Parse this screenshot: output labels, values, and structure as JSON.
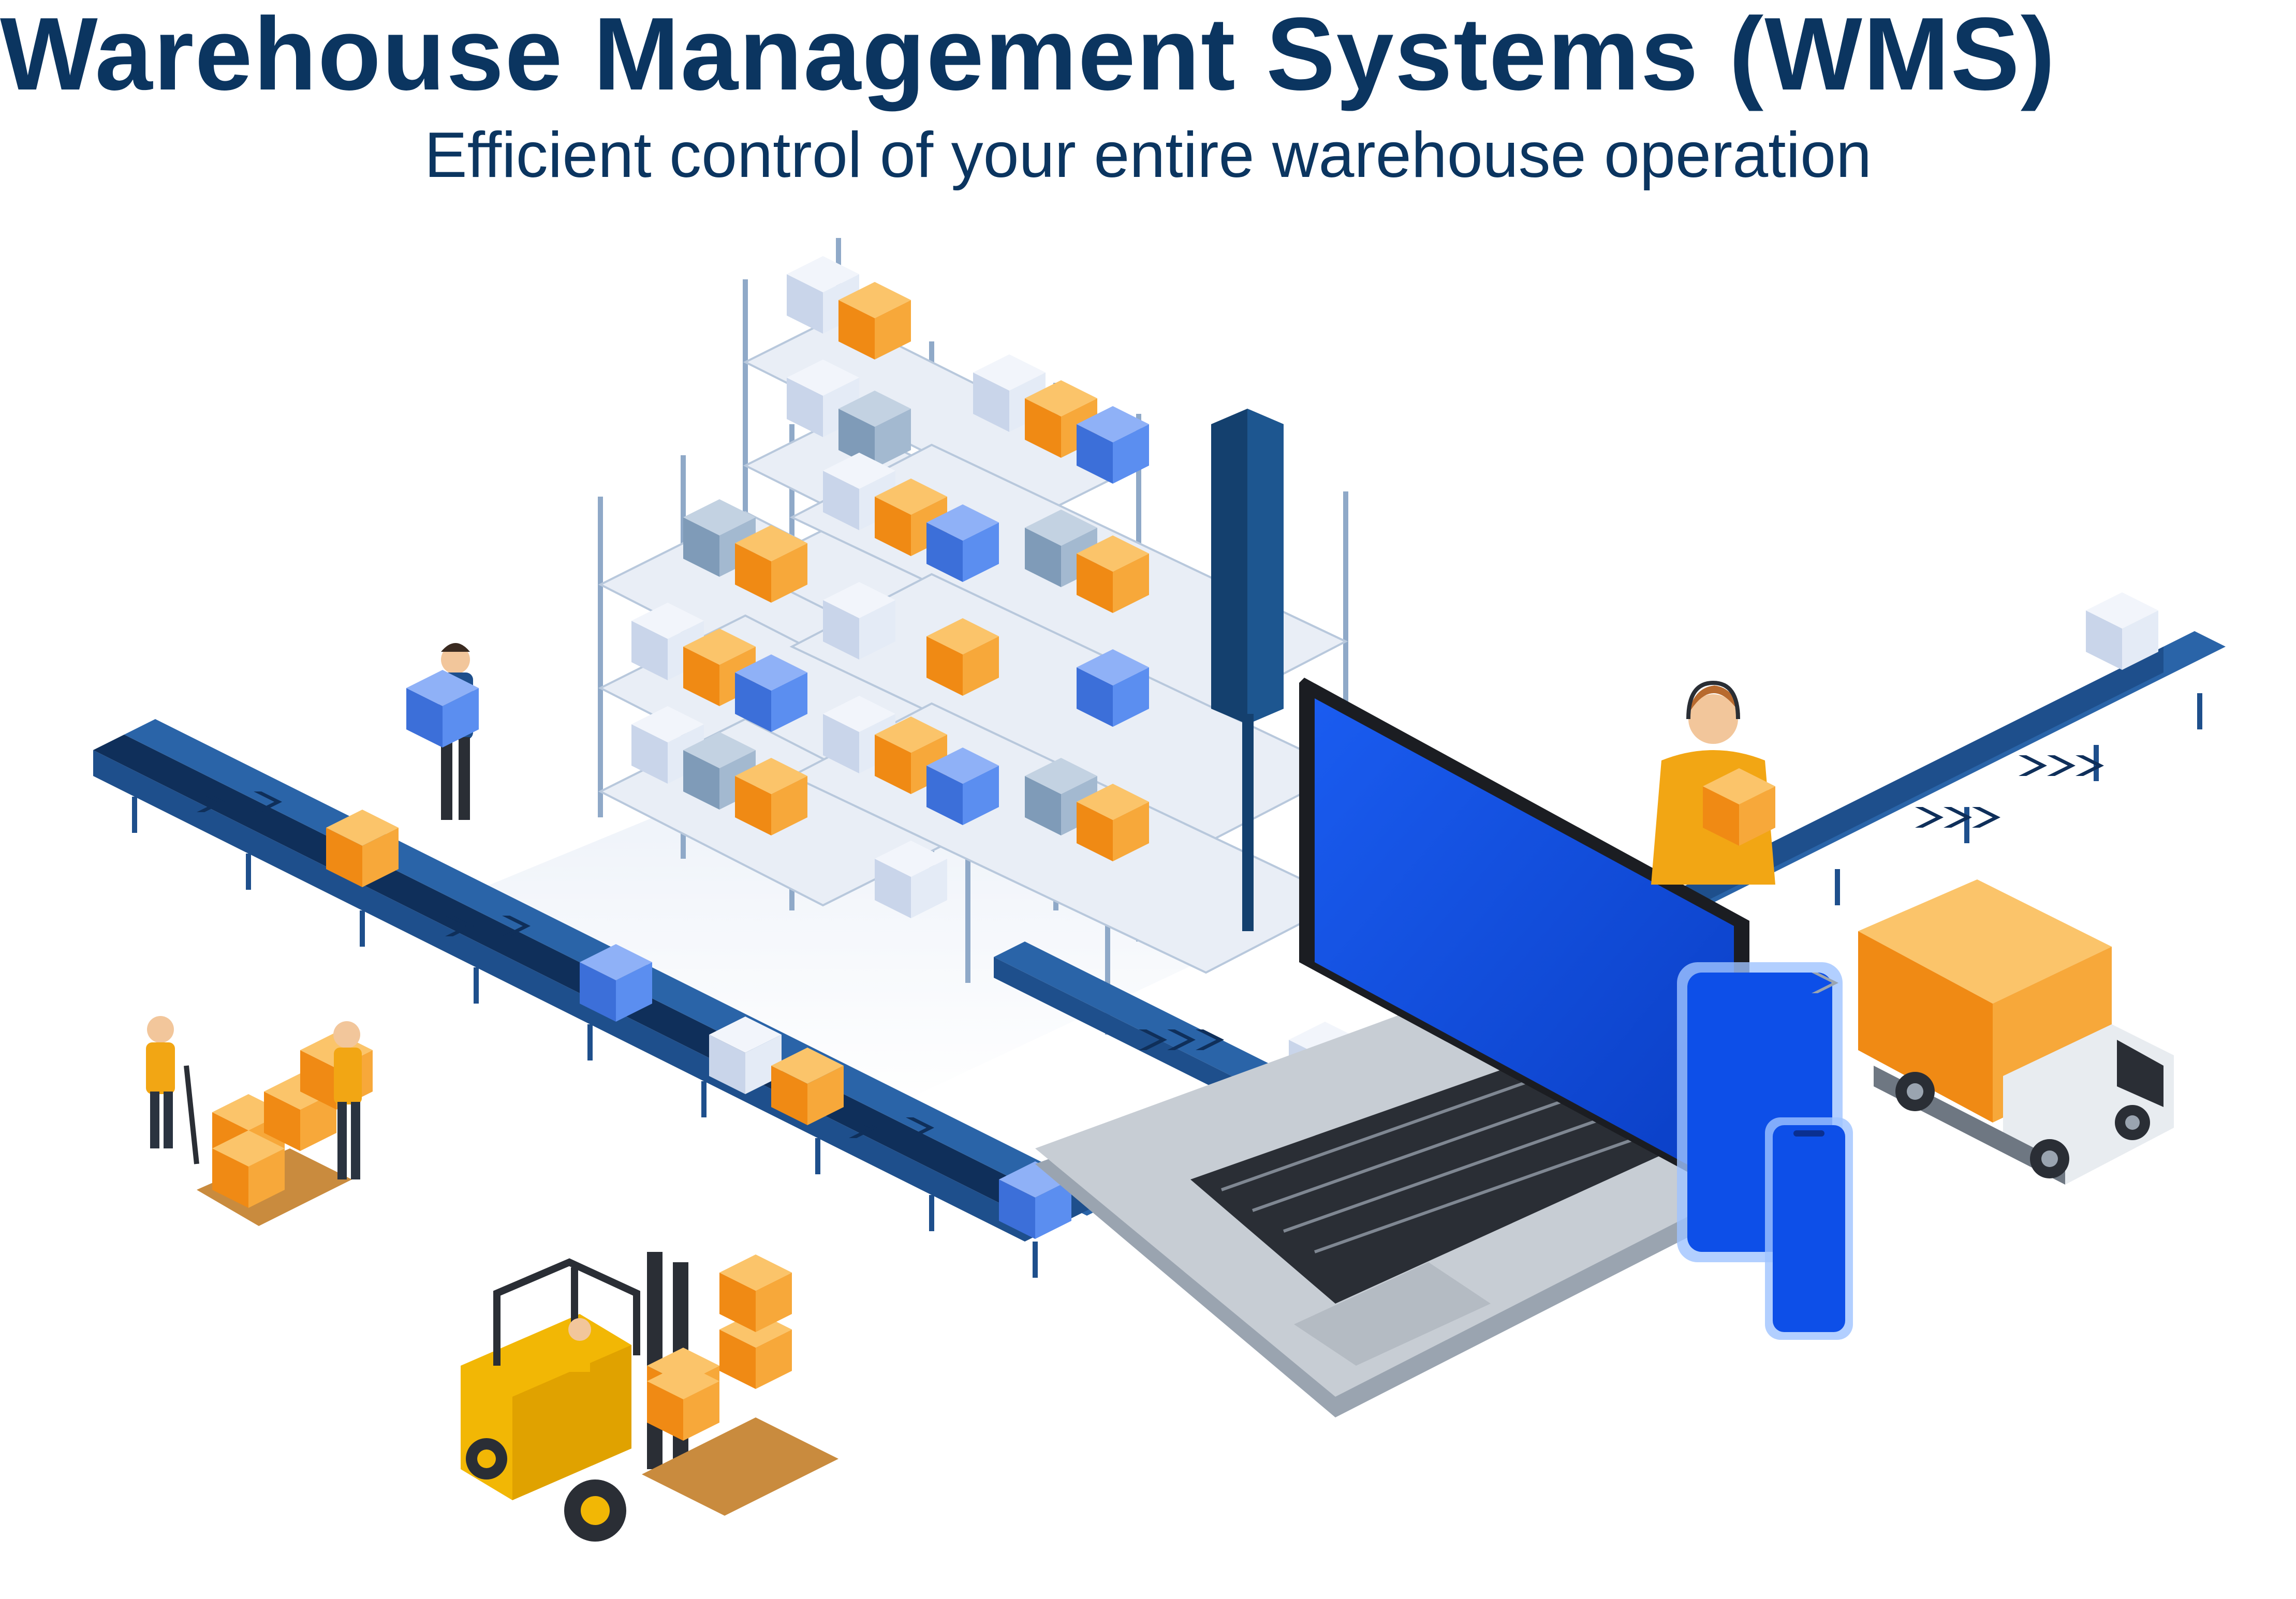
{
  "header": {
    "title": "Warehouse Management Systems (WMS)",
    "subtitle": "Efficient control of your entire warehouse operation"
  },
  "colors": {
    "title_navy": "#0b3560",
    "conveyor_blue": "#1e4f8c",
    "box_orange": "#f59a23",
    "box_blue": "#5b8ef0",
    "box_light": "#dfe6f2",
    "screen_blue": "#0d4fe8",
    "forklift_yellow": "#f2b705"
  },
  "illustration": {
    "elements": [
      {
        "name": "storage-rack",
        "icon": "shelving-rack-icon"
      },
      {
        "name": "conveyor-belt",
        "icon": "conveyor-icon"
      },
      {
        "name": "laptop",
        "icon": "laptop-icon"
      },
      {
        "name": "tablet",
        "icon": "tablet-icon"
      },
      {
        "name": "smartphone",
        "icon": "smartphone-icon"
      },
      {
        "name": "delivery-truck",
        "icon": "truck-icon"
      },
      {
        "name": "forklift",
        "icon": "forklift-icon"
      },
      {
        "name": "pallet-jack-workers",
        "icon": "pallet-jack-icon"
      },
      {
        "name": "worker-carrying-box",
        "icon": "worker-icon"
      },
      {
        "name": "operator-with-headset",
        "icon": "headset-worker-icon"
      }
    ]
  }
}
